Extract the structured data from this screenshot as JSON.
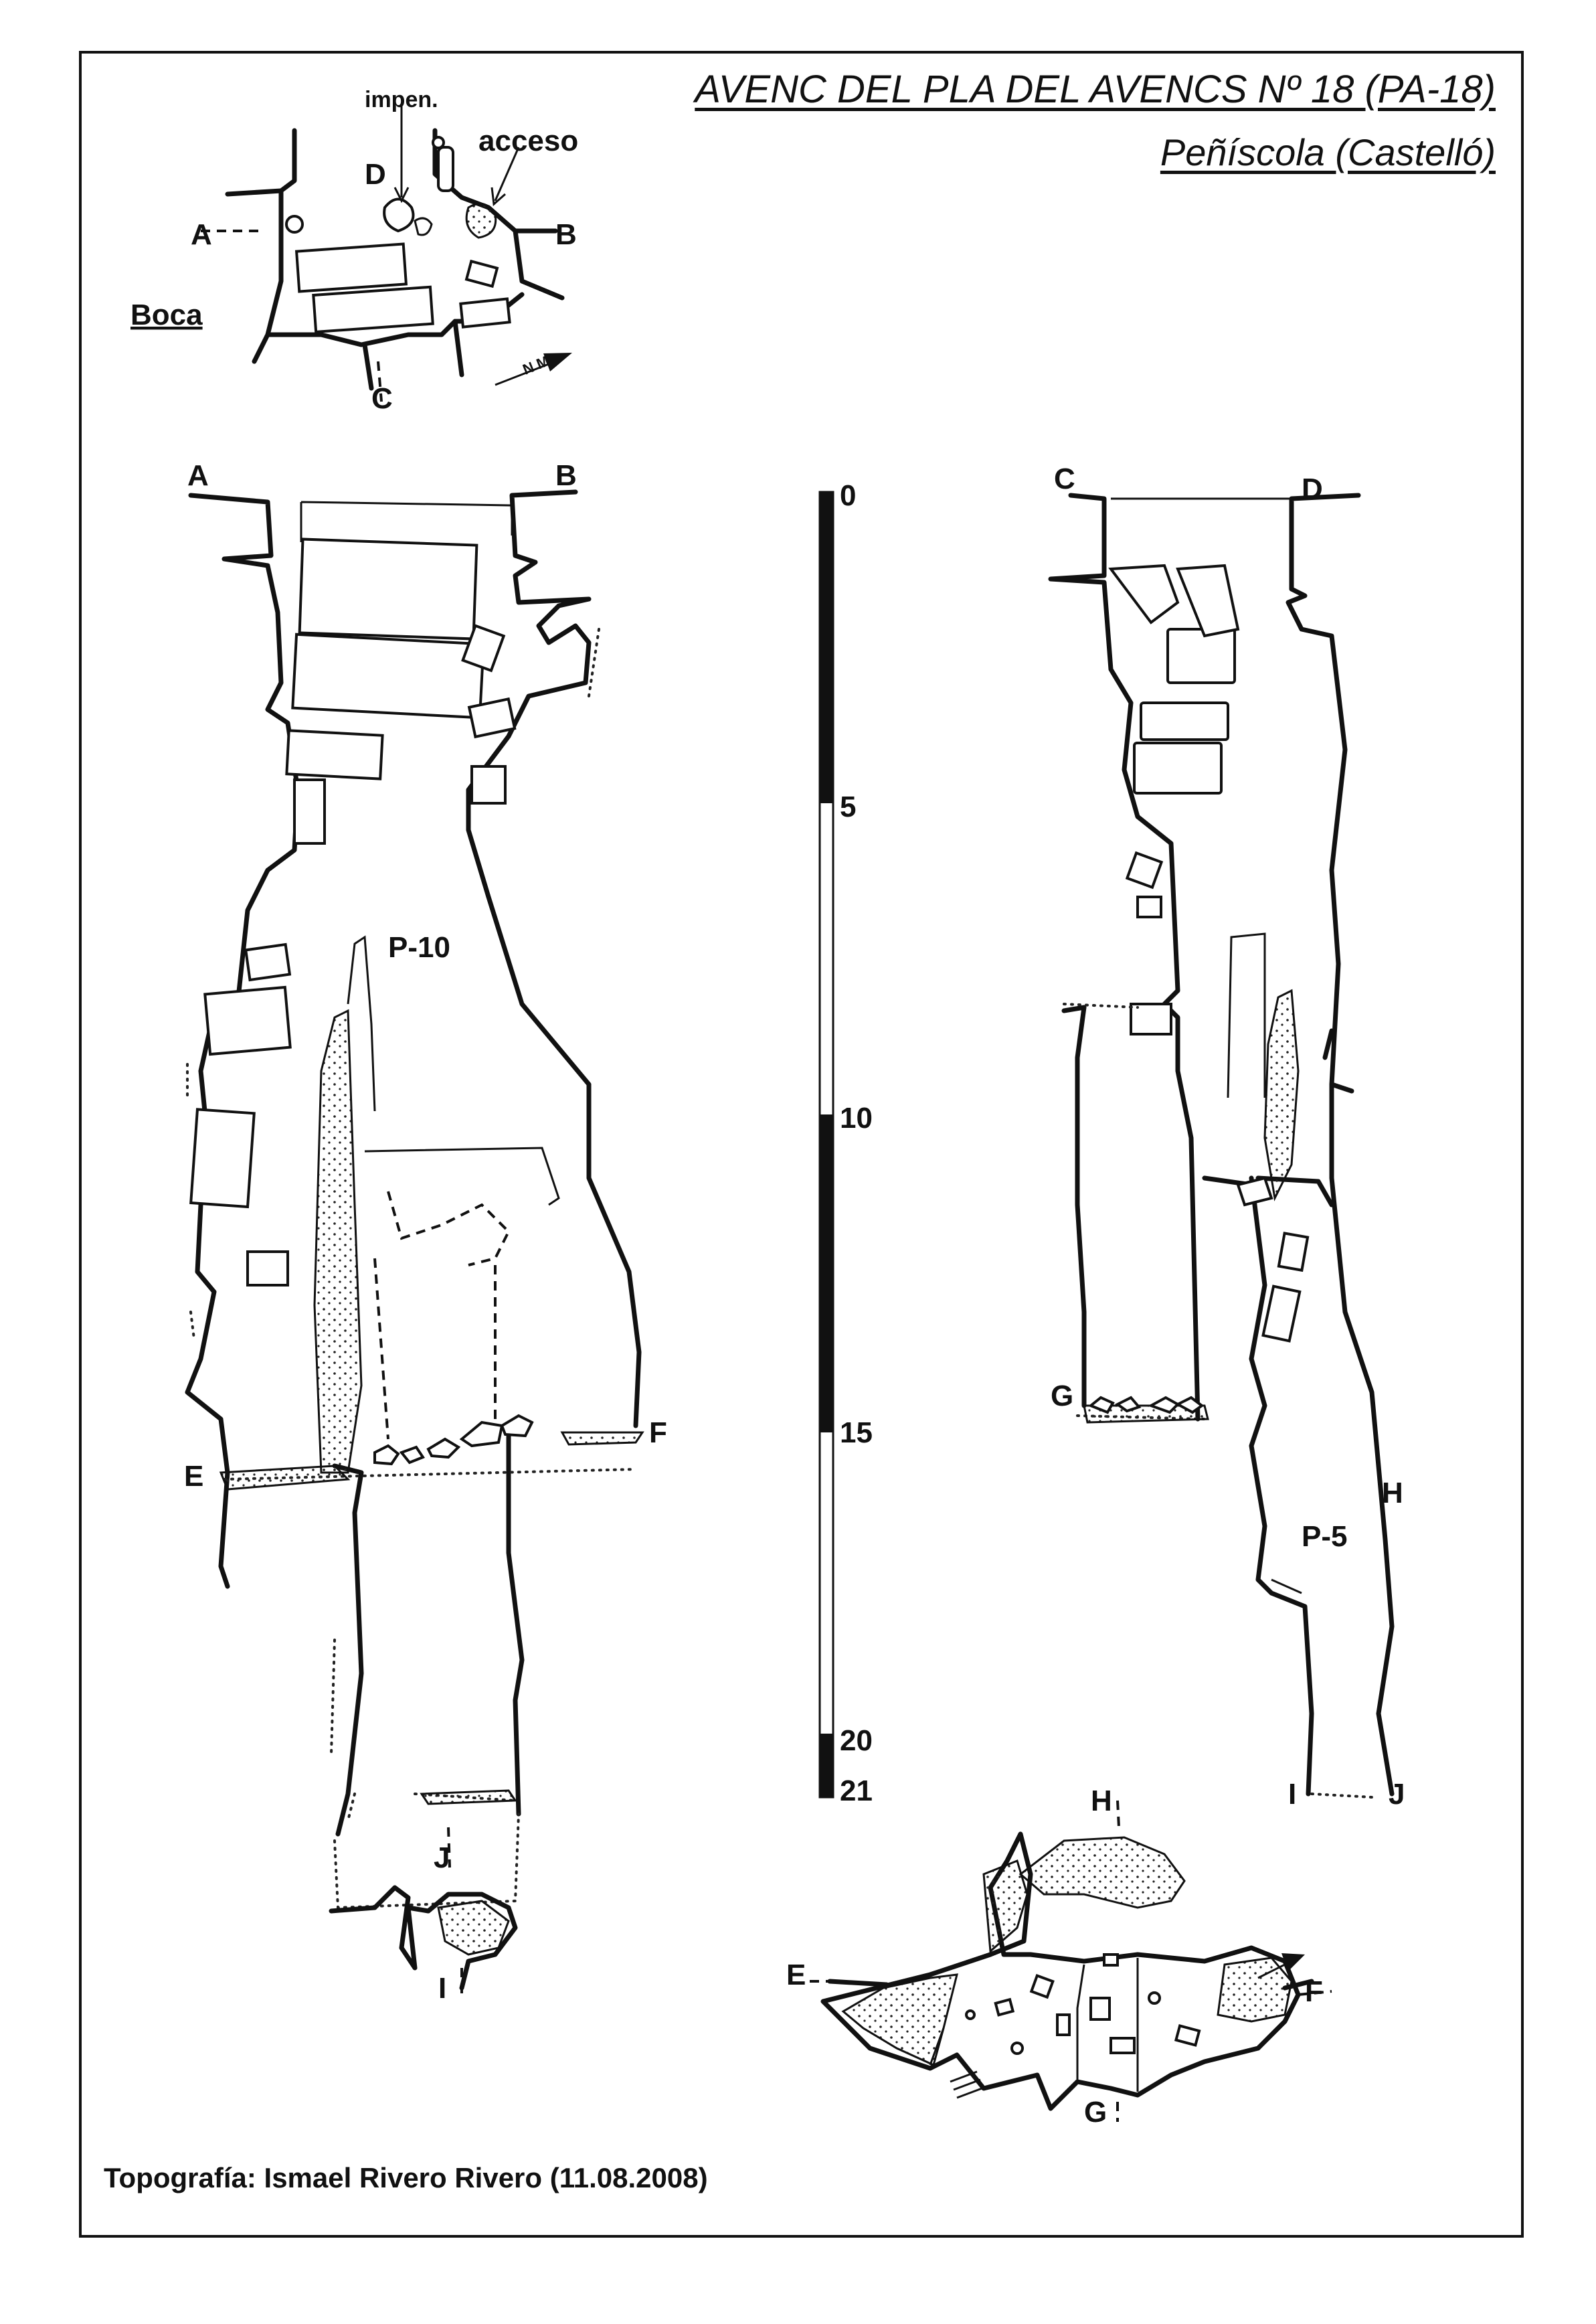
{
  "title": "AVENC DEL PLA DEL AVENCS Nº 18 (PA-18)",
  "location": "Peñíscola (Castelló)",
  "credit": "Topografía: Ismael Rivero Rivero  (11.08.2008)",
  "plan": {
    "boca_label": "Boca",
    "impen_label": "impen.",
    "acceso_label": "acceso",
    "section_A": "A",
    "section_B": "B",
    "section_C": "C",
    "section_D": "D"
  },
  "section_AB": {
    "label_A": "A",
    "label_B": "B",
    "pit_label": "P-10",
    "label_E": "E",
    "label_F": "F",
    "label_J": "J",
    "label_I": "I"
  },
  "scale": {
    "ticks": [
      "0",
      "5",
      "10",
      "15",
      "20",
      "21"
    ]
  },
  "section_CD": {
    "label_C": "C",
    "label_D": "D",
    "label_G": "G",
    "label_H": "H",
    "pit_label": "P-5",
    "label_I": "I",
    "label_J": "J"
  },
  "lower_plan": {
    "label_H": "H",
    "label_E": "E",
    "label_F": "F",
    "label_G": "G"
  },
  "icons": {
    "north_arrow": "north-arrow-icon"
  }
}
